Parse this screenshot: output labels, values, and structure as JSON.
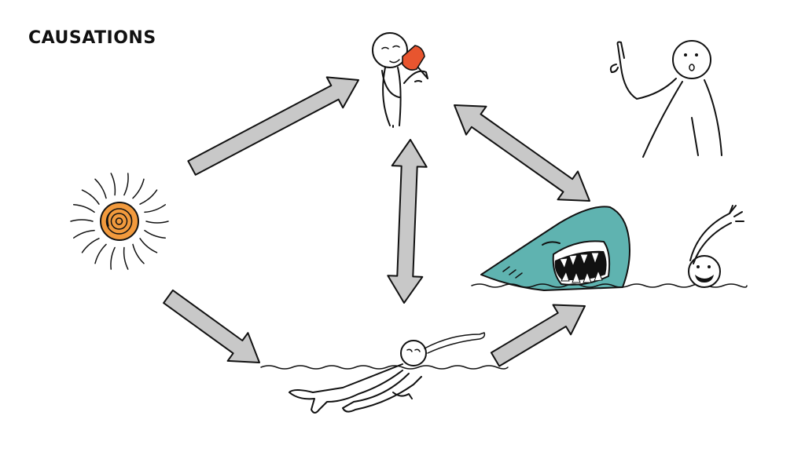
{
  "header": {
    "title": "CAUSATIONS"
  },
  "colors": {
    "arrow_fill": "#c8c8c8",
    "sun": "#f29a3d",
    "shark": "#5fb3b0",
    "ice_pop": "#e8552f",
    "ink": "#111111"
  },
  "icons": [
    "sun-icon",
    "ice-cream-eater-figure",
    "pointing-thinker-figure",
    "shark-icon",
    "waving-swimmer-figure",
    "swimmer-figure"
  ],
  "arrows": [
    {
      "from": "sun",
      "to": "ice-cream-eater",
      "direction": "one-way"
    },
    {
      "from": "sun",
      "to": "swimmer",
      "direction": "one-way"
    },
    {
      "from": "swimmer",
      "to": "shark-attack",
      "direction": "one-way"
    },
    {
      "from": "ice-cream-eater",
      "to": "swimmer",
      "direction": "two-way"
    },
    {
      "from": "ice-cream-eater",
      "to": "shark-attack",
      "direction": "two-way"
    }
  ]
}
